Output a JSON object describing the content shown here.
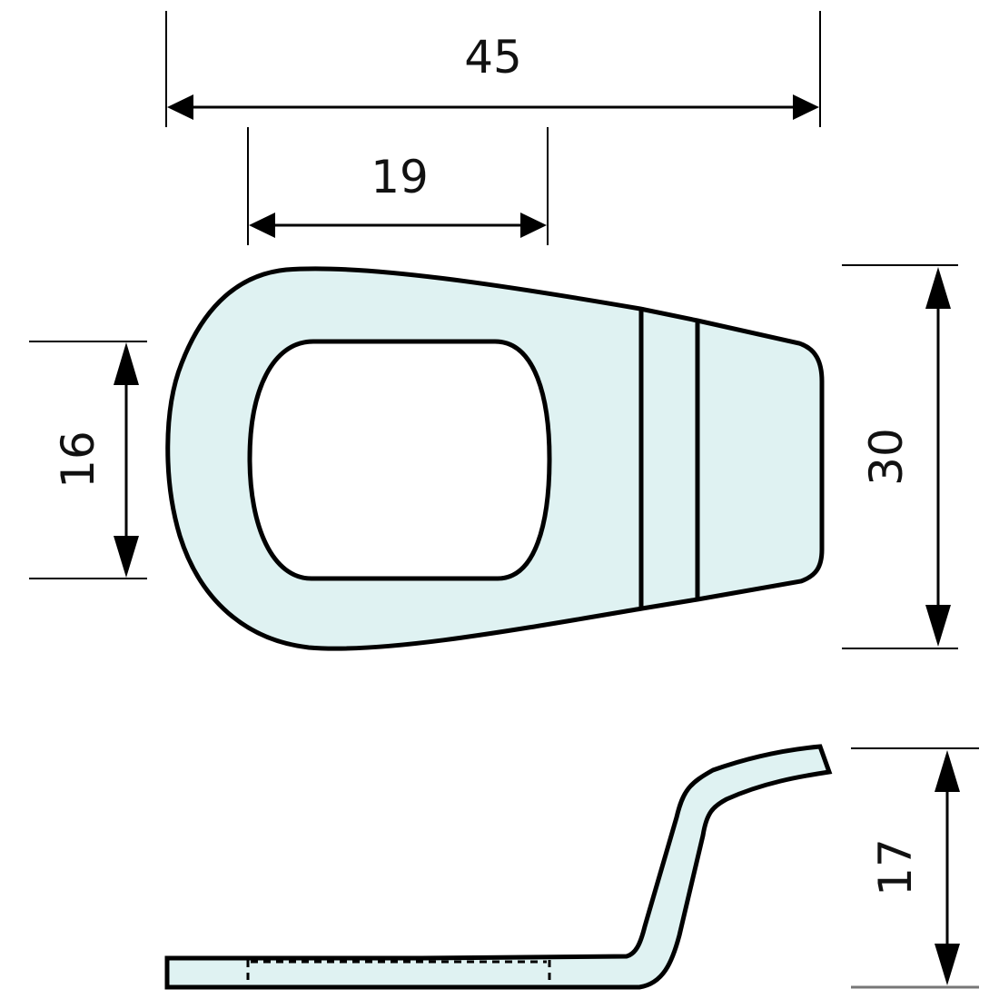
{
  "drawing": {
    "colors": {
      "part_fill": "#dff2f2",
      "outline": "#000000",
      "background": "#ffffff"
    },
    "dimensions": {
      "overall_length": "45",
      "hole_width": "19",
      "hole_height": "16",
      "overall_width": "30",
      "height_side_view": "17"
    },
    "views": [
      "top-view",
      "side-view"
    ]
  }
}
